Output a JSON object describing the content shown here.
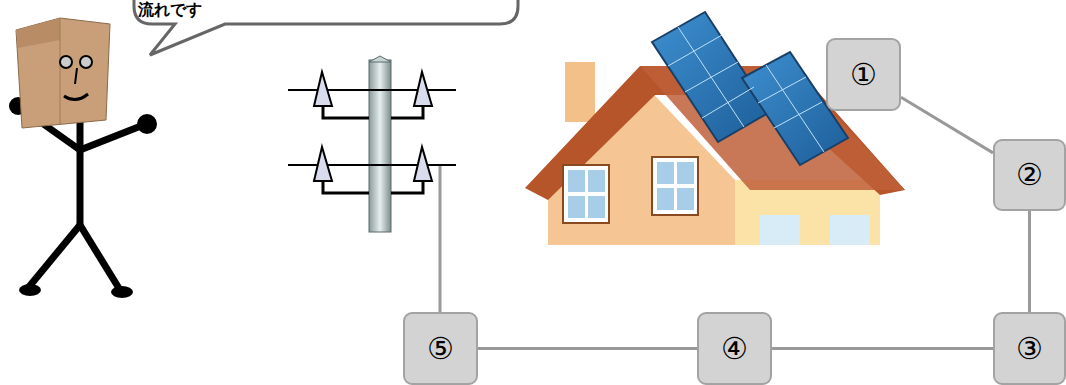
{
  "diagram": {
    "nodes": [
      {
        "text": [
          "①"
        ]
      },
      {
        "text": [
          "②"
        ]
      },
      {
        "text": [
          "③"
        ]
      },
      {
        "text": [
          "④"
        ]
      },
      {
        "text": [
          "⑤"
        ]
      }
    ],
    "edges": [
      {
        "from": 0,
        "to": 1,
        "arrow": "none"
      },
      {
        "from": 1,
        "to": 2,
        "arrow": "none"
      },
      {
        "from": 2,
        "to": 3,
        "arrow": "none"
      },
      {
        "from": 3,
        "to": 4,
        "arrow": "none"
      }
    ],
    "labels": [
      "流れです"
    ]
  }
}
